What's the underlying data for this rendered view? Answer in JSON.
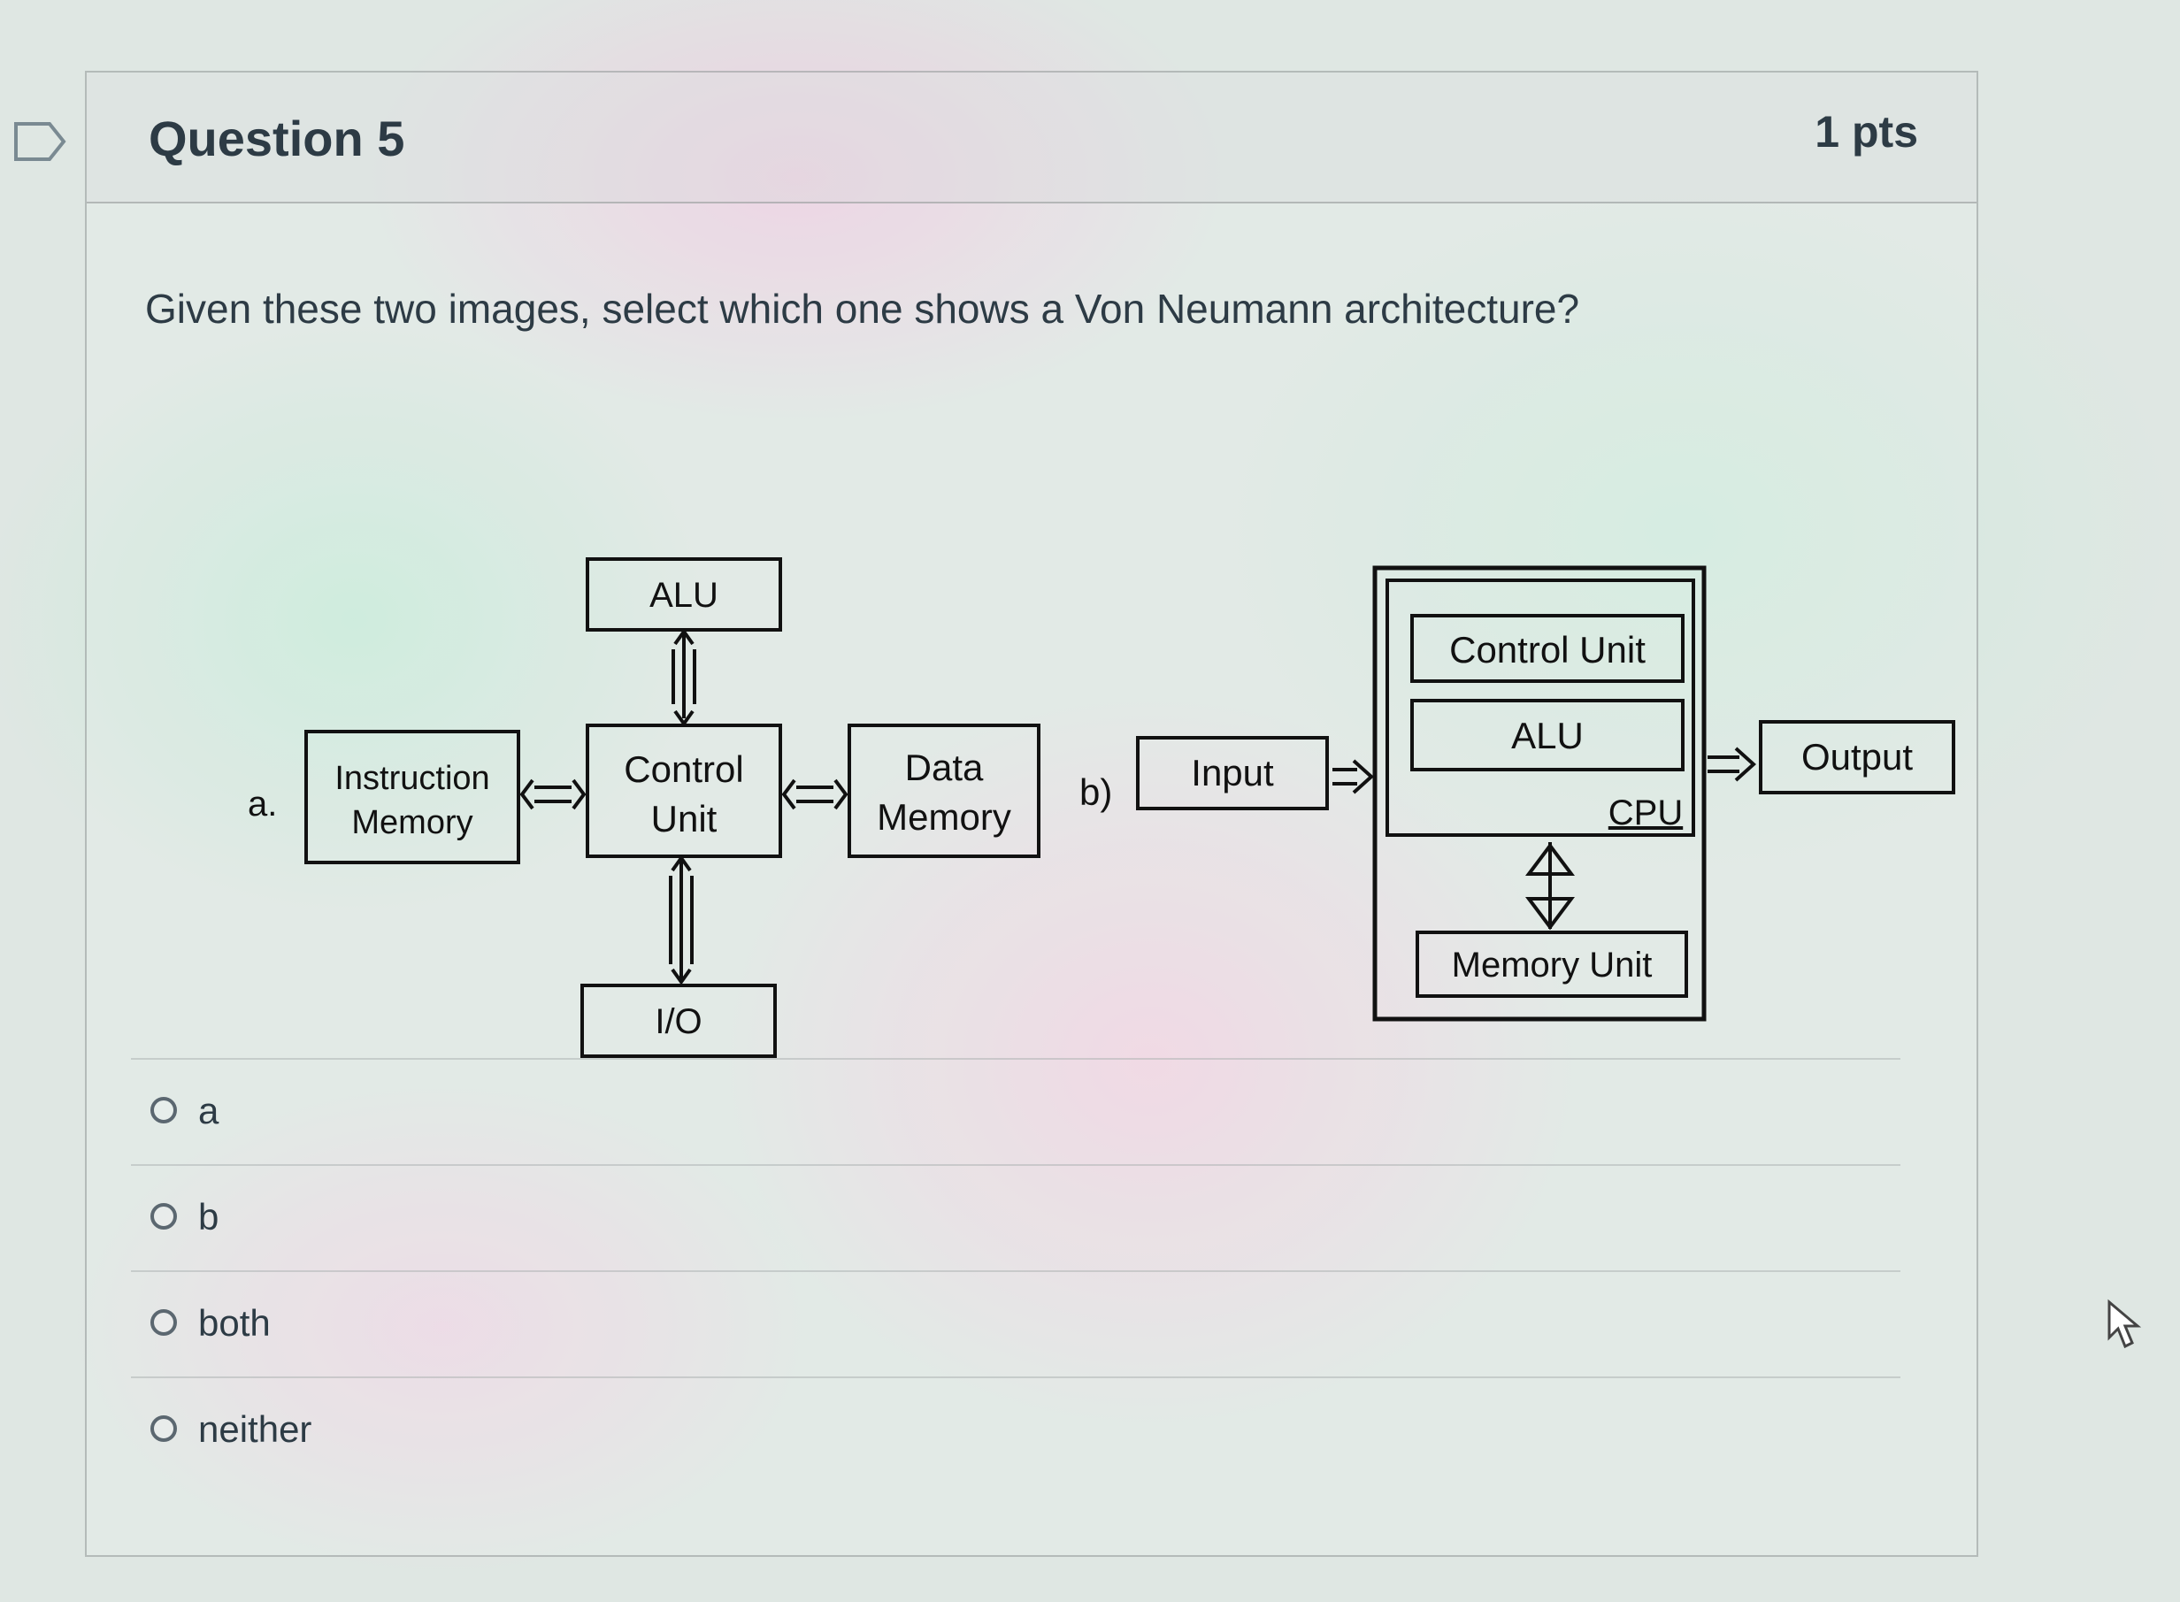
{
  "question": {
    "title": "Question 5",
    "points": "1 pts",
    "prompt": "Given these two images, select which one shows a Von Neumann architecture?"
  },
  "diagram_a": {
    "label": "a.",
    "instruction_memory": [
      "Instruction",
      "Memory"
    ],
    "alu": "ALU",
    "control_unit": [
      "Control",
      "Unit"
    ],
    "data_memory": [
      "Data",
      "Memory"
    ],
    "io": "I/O"
  },
  "diagram_b": {
    "label": "b)",
    "input": "Input",
    "control_unit": "Control Unit",
    "alu": "ALU",
    "cpu": "CPU",
    "memory_unit": "Memory Unit",
    "output": "Output"
  },
  "answers": [
    {
      "label": "a"
    },
    {
      "label": "b"
    },
    {
      "label": "both"
    },
    {
      "label": "neither"
    }
  ],
  "icons": {
    "bookmark": "bookmark-icon",
    "cursor": "mouse-pointer-icon"
  }
}
